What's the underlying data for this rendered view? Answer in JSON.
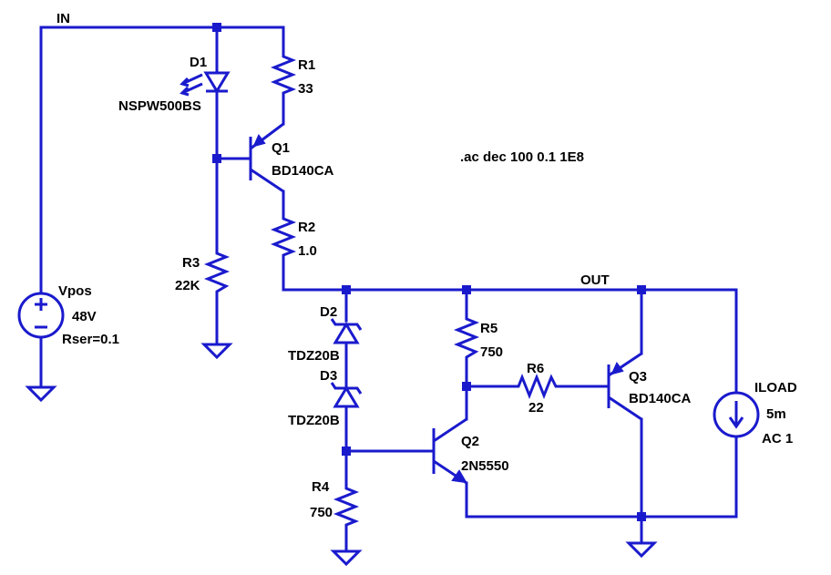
{
  "nets": {
    "in": "IN",
    "out": "OUT"
  },
  "directive": ".ac dec 100 0.1 1E8",
  "colors": {
    "wire": "#1a1acd",
    "text": "#000000",
    "background": "#ffffff"
  },
  "components": {
    "d1": {
      "ref": "D1",
      "value": "NSPW500BS"
    },
    "r1": {
      "ref": "R1",
      "value": "33"
    },
    "q1": {
      "ref": "Q1",
      "value": "BD140CA"
    },
    "r2": {
      "ref": "R2",
      "value": "1.0"
    },
    "r3": {
      "ref": "R3",
      "value": "22K"
    },
    "vpos": {
      "ref": "Vpos",
      "value": "48V",
      "extra": "Rser=0.1"
    },
    "d2": {
      "ref": "D2",
      "value": "TDZ20B"
    },
    "d3": {
      "ref": "D3",
      "value": "TDZ20B"
    },
    "r4": {
      "ref": "R4",
      "value": "750"
    },
    "r5": {
      "ref": "R5",
      "value": "750"
    },
    "r6": {
      "ref": "R6",
      "value": "22"
    },
    "q2": {
      "ref": "Q2",
      "value": "2N5550"
    },
    "q3": {
      "ref": "Q3",
      "value": "BD140CA"
    },
    "iload": {
      "ref": "ILOAD",
      "value": "5m",
      "extra": "AC 1"
    }
  }
}
